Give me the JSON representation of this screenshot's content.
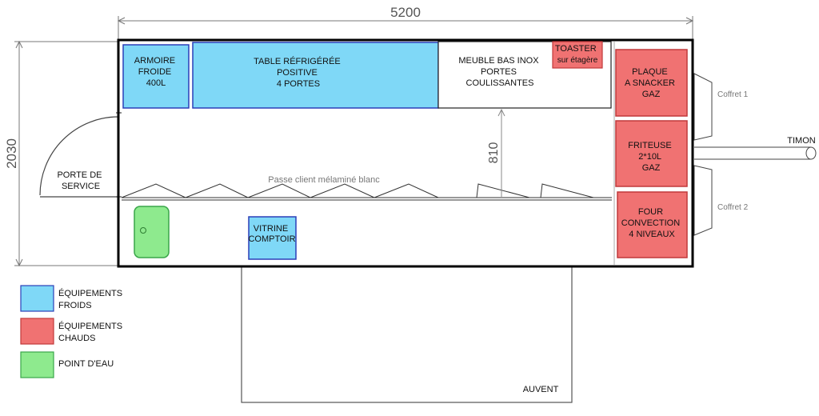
{
  "dimensions": {
    "width": "5200",
    "depth": "2030",
    "aisle": "810"
  },
  "equipment": {
    "armoire": [
      "ARMOIRE",
      "FROIDE",
      "400L"
    ],
    "table": [
      "TABLE RÉFRIGÉRÉE",
      "POSITIVE",
      "4 PORTES"
    ],
    "meuble": [
      "MEUBLE BAS INOX",
      "PORTES",
      "COULISSANTES"
    ],
    "toaster": [
      "TOASTER",
      "sur étagère"
    ],
    "plaque": [
      "PLAQUE",
      "A SNACKER",
      "GAZ"
    ],
    "friteuse": [
      "FRITEUSE",
      "2*10L",
      "GAZ"
    ],
    "four": [
      "FOUR",
      "CONVECTION",
      "4 NIVEAUX"
    ],
    "vitrine": [
      "VITRINE",
      "COMPTOIR"
    ]
  },
  "labels": {
    "door": [
      "PORTE DE",
      "SERVICE"
    ],
    "counter": "Passe client mélaminé blanc",
    "coffret1": "Coffret 1",
    "coffret2": "Coffret 2",
    "timon": "TIMON",
    "auvent": "AUVENT"
  },
  "legend": {
    "cold": [
      "ÉQUIPEMENTS",
      "FROIDS"
    ],
    "hot": [
      "ÉQUIPEMENTS",
      "CHAUDS"
    ],
    "water": [
      "POINT D'EAU"
    ]
  },
  "colors": {
    "cold_fill": "#7fd8f7",
    "cold_stroke": "#2b3fb8",
    "hot_fill": "#f07272",
    "hot_stroke": "#c0393b",
    "water_fill": "#8eea8e",
    "water_stroke": "#3aa64a"
  }
}
